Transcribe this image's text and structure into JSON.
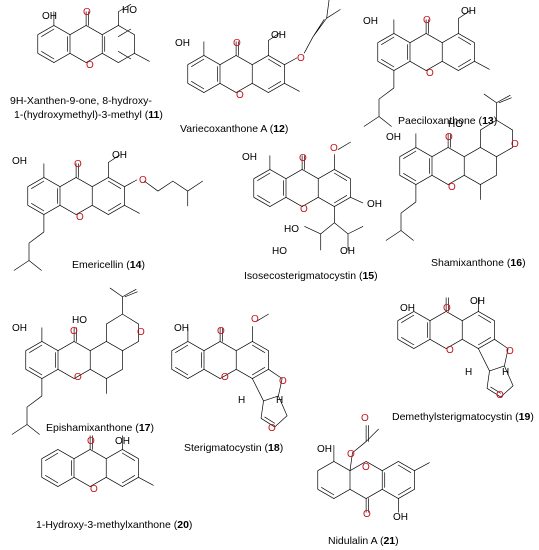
{
  "compounds": [
    {
      "id": "11",
      "name_line1": "9H-Xanthen-9-one, 8-hydroxy-",
      "name_line2": "1-(hydroxymethyl)-3-methyl (",
      "number": "11",
      "suffix": ")"
    },
    {
      "id": "12",
      "name": "Variecoxanthone A (",
      "number": "12",
      "suffix": ")"
    },
    {
      "id": "13",
      "name": "Paeciloxanthone (",
      "number": "13",
      "suffix": ")"
    },
    {
      "id": "14",
      "name": "Emericellin (",
      "number": "14",
      "suffix": ")"
    },
    {
      "id": "15",
      "name": "Isosecosterigmatocystin (",
      "number": "15",
      "suffix": ")"
    },
    {
      "id": "16",
      "name": "Shamixanthone (",
      "number": "16",
      "suffix": ")"
    },
    {
      "id": "17",
      "name": "Epishamixanthone (",
      "number": "17",
      "suffix": ")"
    },
    {
      "id": "18",
      "name": "Sterigmatocystin (",
      "number": "18",
      "suffix": ")"
    },
    {
      "id": "19",
      "name": "Demethylsterigmatocystin (",
      "number": "19",
      "suffix": ")"
    },
    {
      "id": "20",
      "name": "1-Hydroxy-3-methylxanthone (",
      "number": "20",
      "suffix": ")"
    },
    {
      "id": "21",
      "name": "Nidulalin A (",
      "number": "21",
      "suffix": ")"
    }
  ],
  "atom_labels": {
    "oh": "OH",
    "o": "O",
    "ho": "HO",
    "h": "H"
  },
  "colors": {
    "oxygen": "#c8101a",
    "bond": "#000000",
    "text": "#000000"
  }
}
